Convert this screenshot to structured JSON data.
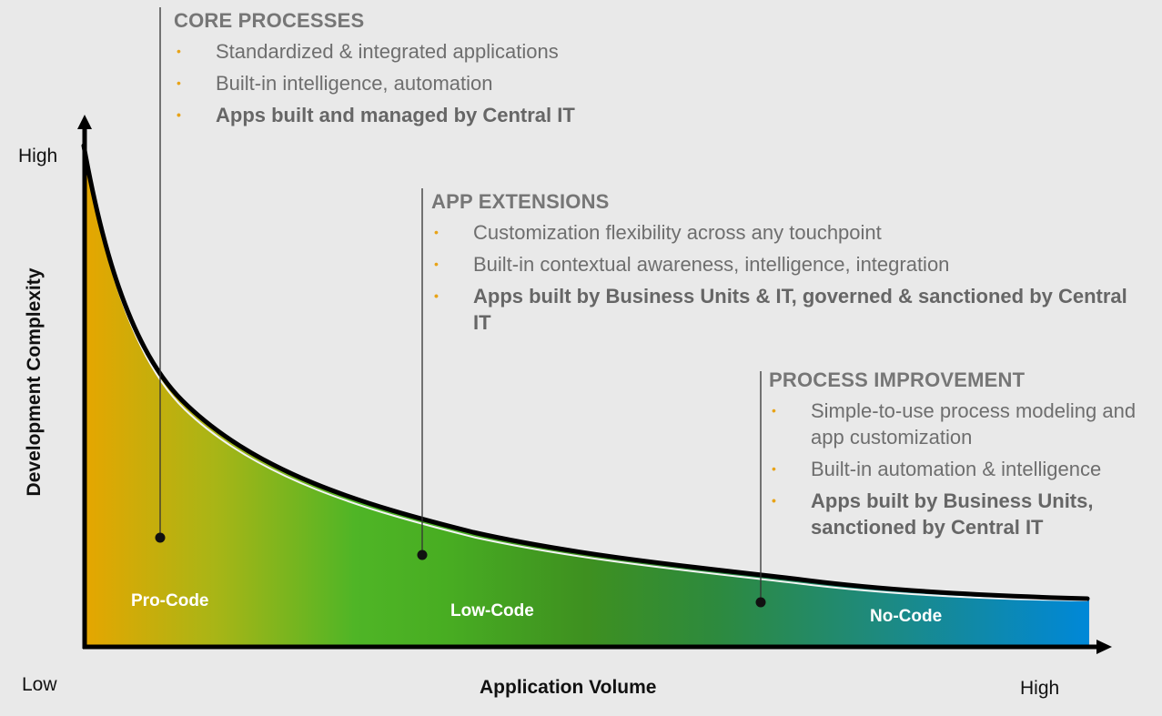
{
  "axes": {
    "y_title": "Development Complexity",
    "x_title": "Application Volume",
    "y_high": "High",
    "origin_low": "Low",
    "x_high": "High"
  },
  "zones": [
    {
      "label": "Pro-Code"
    },
    {
      "label": "Low-Code"
    },
    {
      "label": "No-Code"
    }
  ],
  "callouts": [
    {
      "heading": "CORE PROCESSES",
      "bullets": [
        "Standardized & integrated applications",
        "Built-in intelligence, automation",
        "Apps built and managed by Central IT"
      ],
      "emphasis_index": 2
    },
    {
      "heading": "APP EXTENSIONS",
      "bullets": [
        "Customization flexibility across any touchpoint",
        "Built-in contextual awareness, intelligence, integration",
        "Apps built by Business Units & IT, governed & sanctioned by Central IT"
      ],
      "emphasis_index": 2
    },
    {
      "heading": "PROCESS IMPROVEMENT",
      "bullets": [
        "Simple-to-use process modeling and app customization",
        "Built-in automation & intelligence",
        "Apps built by Business Units, sanctioned by Central IT"
      ],
      "emphasis_index": 2
    }
  ],
  "colors": {
    "pro_code": "#e8a800",
    "low_code": "#4db524",
    "dark_green": "#3a8a1e",
    "no_code": "#0088d6",
    "bullet": "#e8a317",
    "curve": "#000000"
  }
}
